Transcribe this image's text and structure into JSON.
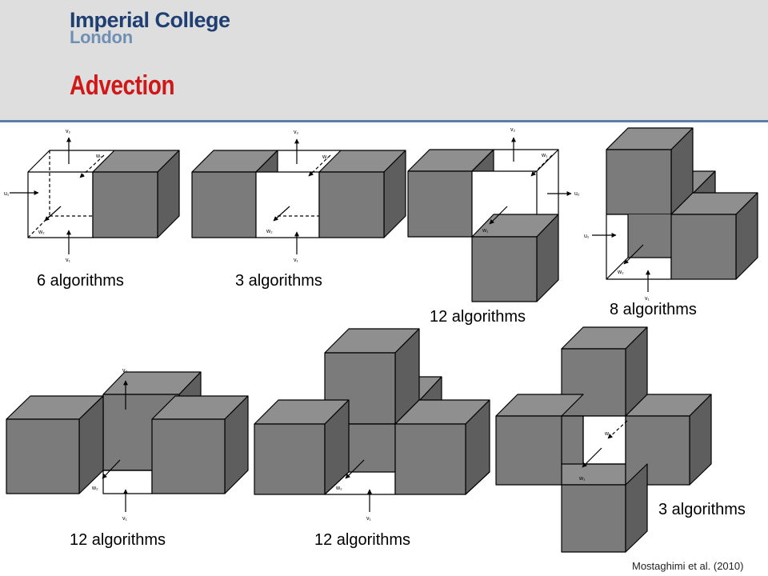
{
  "header": {
    "logo_line1": "Imperial College",
    "logo_line2": "London",
    "title": "Advection"
  },
  "captions": {
    "c1": "6 algorithms",
    "c2": "3 algorithms",
    "c3": "12 algorithms",
    "c4": "8 algorithms",
    "c5": "12 algorithms",
    "c6": "12 algorithms",
    "c7": "3 algorithms"
  },
  "labels": {
    "v2": "v₂",
    "v1": "v₁",
    "w1": "w₁",
    "w2": "w₂",
    "u1": "u₁",
    "u2": "u₂"
  },
  "citation": "Mostaghimi et al. (2010)",
  "colors": {
    "cube_front": "#7b7b7b",
    "cube_top": "#8f8f8f",
    "cube_side": "#5e5e5e",
    "header_bg": "#dedede",
    "title": "#d01818",
    "logo_dark": "#1f3f73",
    "logo_light": "#6f8fb4"
  }
}
